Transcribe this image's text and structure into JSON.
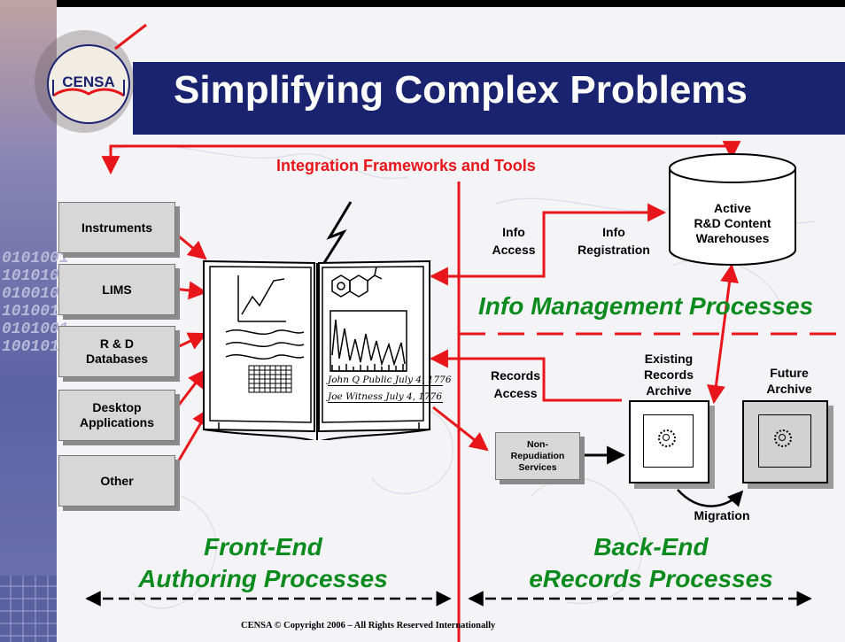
{
  "title": "Simplifying Complex Problems",
  "logo_text": "CENSA",
  "top_label": "Integration Frameworks and Tools",
  "sources": [
    "Instruments",
    "LIMS",
    "R & D\nDatabases",
    "Desktop\nApplications",
    "Other"
  ],
  "warehouse": "Active\nR&D Content\nWarehouses",
  "info_access": "Info\nAccess",
  "info_registration": "Info\nRegistration",
  "info_mgmt": "Info Management Processes",
  "records_access": "Records\nAccess",
  "existing_archive": "Existing\nRecords\nArchive",
  "future_archive": "Future\nArchive",
  "non_repudiation": "Non-\nRepudiation\nServices",
  "migration": "Migration",
  "front_end": "Front-End\nAuthoring Processes",
  "back_end": "Back-End\neRecords Processes",
  "signature1": "John Q Public July 4, 1776",
  "signature2": "Joe Witness July 4, 1776",
  "footer": "CENSA © Copyright 2006 – All Rights Reserved Internationally",
  "binary_text": "0101001\n1010100\n0100101\n1010010\n0101001\n1001010",
  "colors": {
    "title_bg": "#1a2370",
    "accent": "#e8161b",
    "process_green": "#0b8a1e",
    "sidebar": "#6d74ad"
  }
}
